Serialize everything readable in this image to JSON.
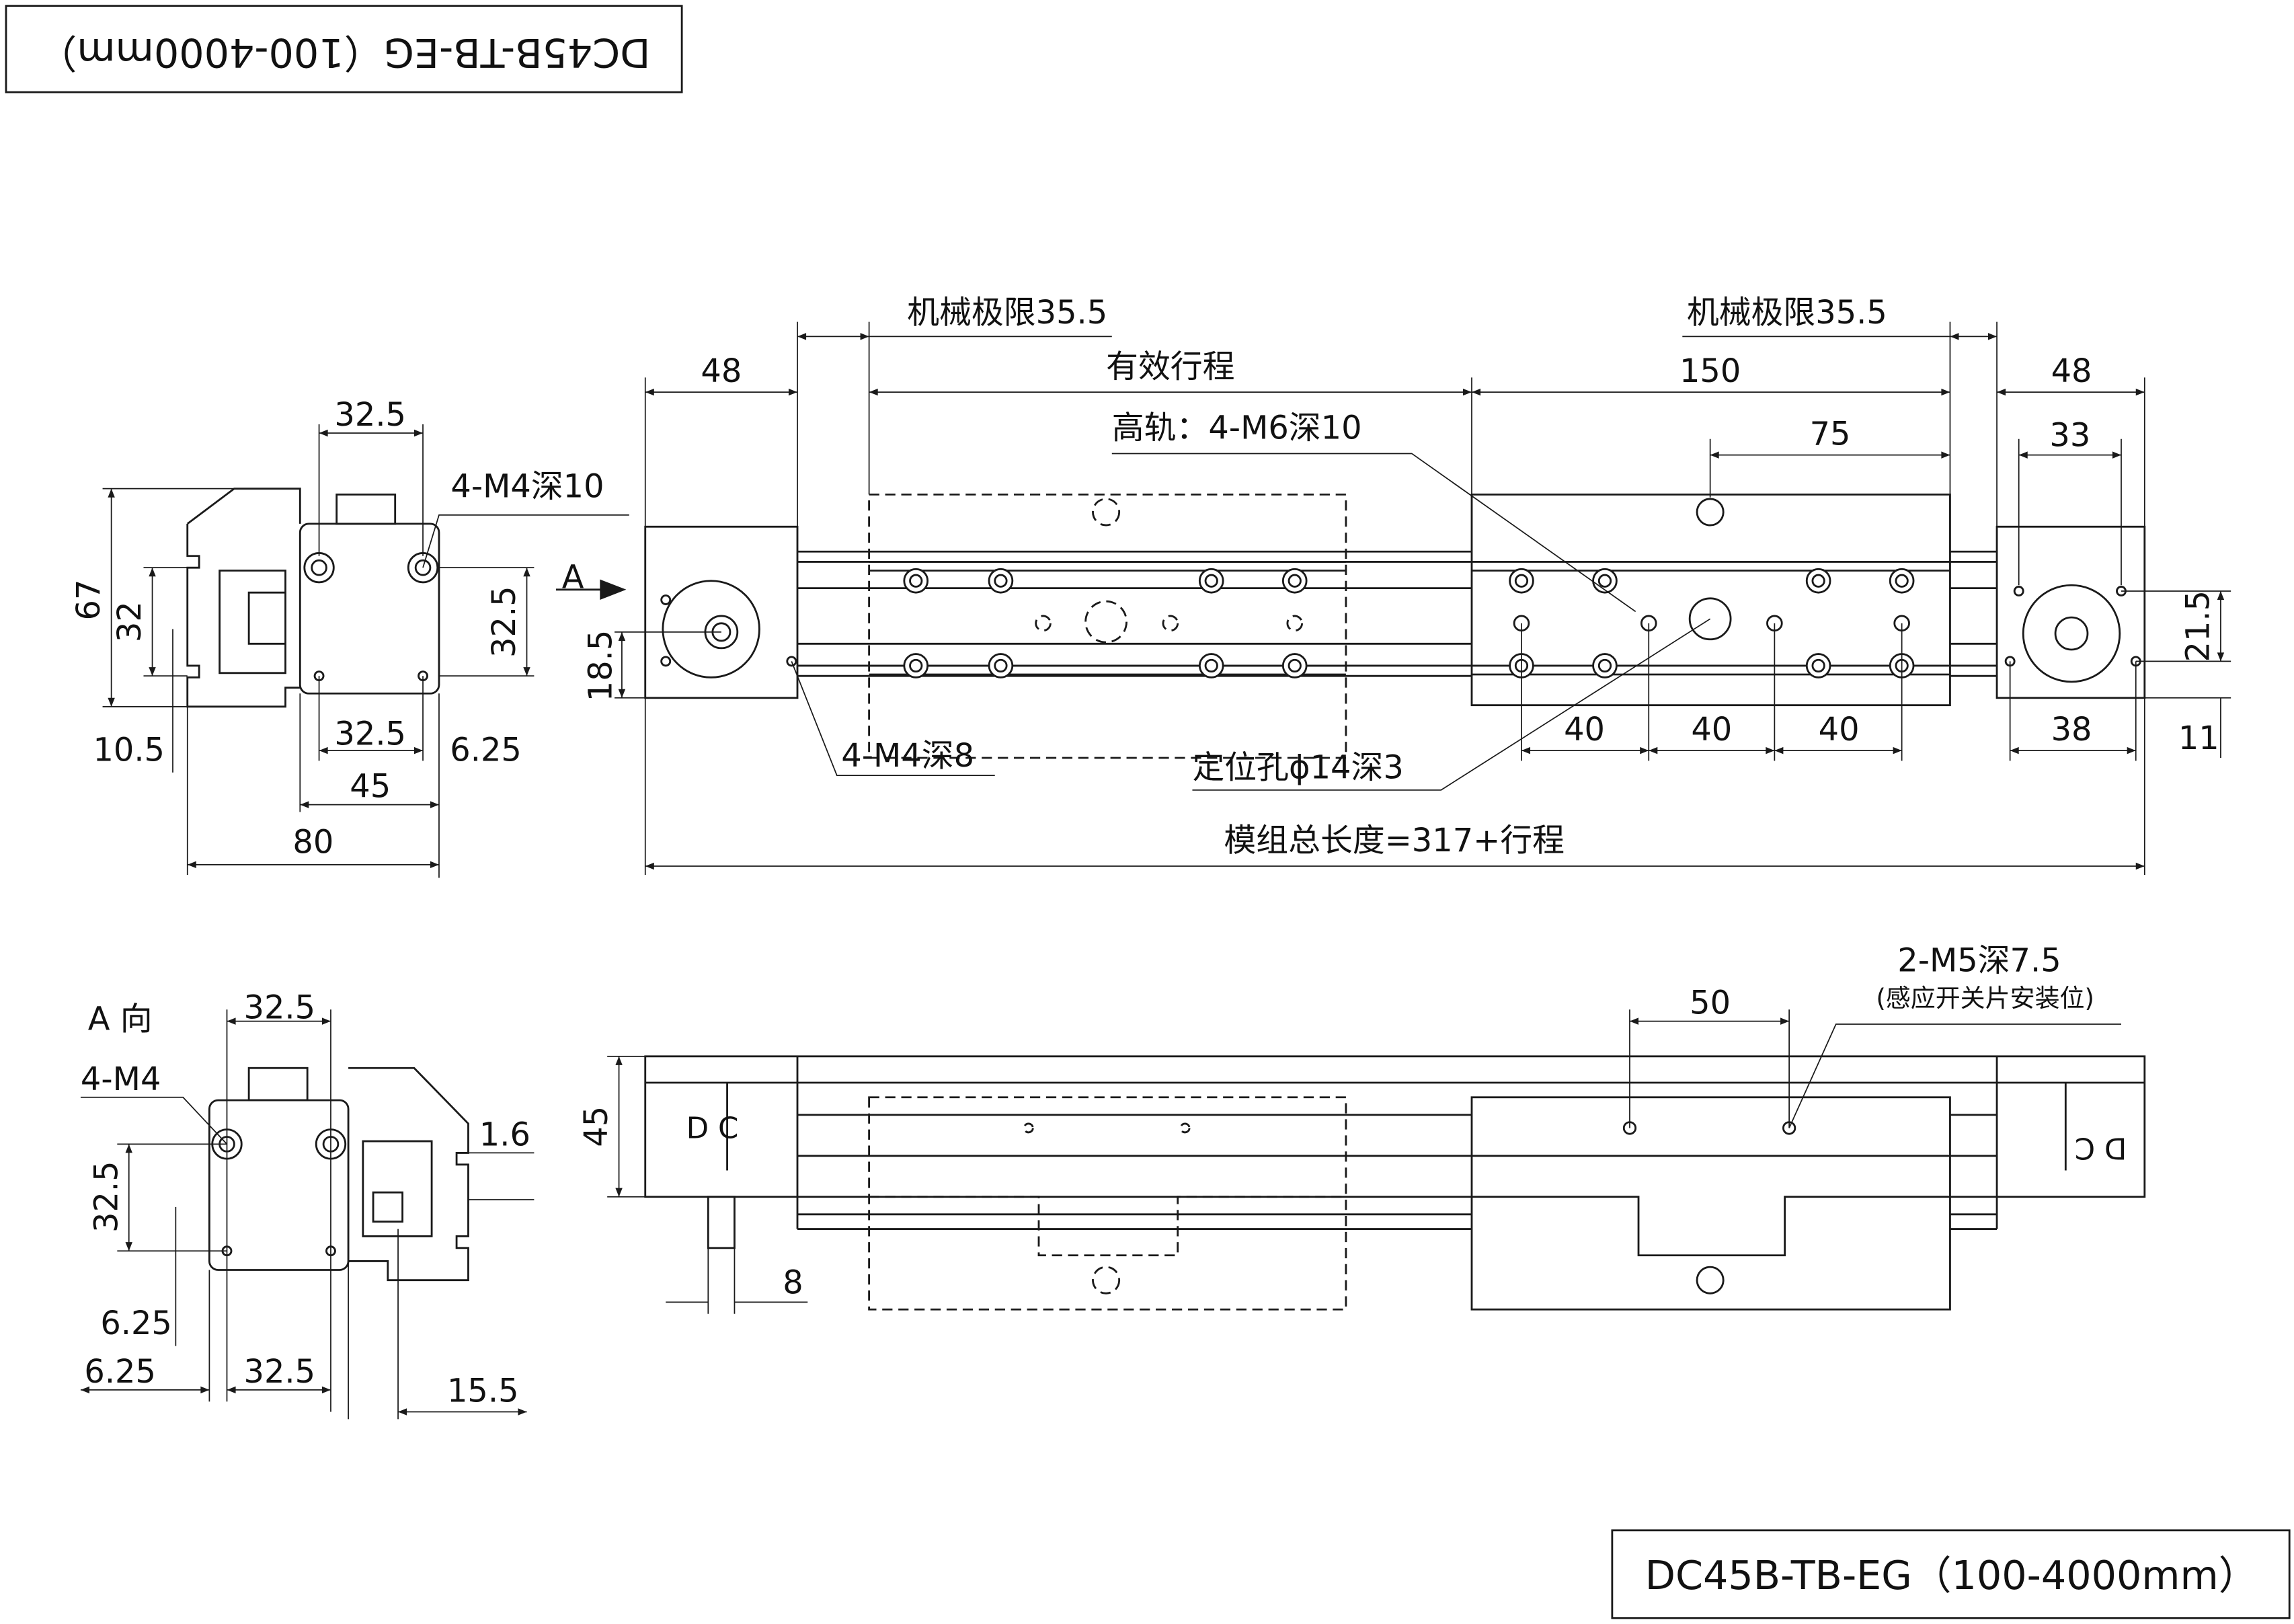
{
  "title_box": {
    "flipped_title": "DC45B-TB-EG（100-4000mm）",
    "title": "DC45B-TB-EG（100-4000mm）"
  },
  "side_view": {
    "d_top": "32.5",
    "hole_note": "4-M4深10",
    "d_height": "67",
    "d_32": "32",
    "d_325_right": "32.5",
    "d_105": "10.5",
    "d_325_bottom": "32.5",
    "d_625": "6.25",
    "d_45": "45",
    "d_80": "80"
  },
  "top_view": {
    "arrow_label": "A",
    "d_left48": "48",
    "mech_limit_left": "机械极限35.5",
    "effective_stroke": "有效行程",
    "mech_limit_right": "机械极限35.5",
    "d_150": "150",
    "d_right48": "48",
    "high_rail_note": "高轨：4-M6深10",
    "d_75": "75",
    "d_33": "33",
    "d_185": "18.5",
    "d_215": "21.5",
    "end_hole_note": "4-M4深8",
    "d_40a": "40",
    "d_40b": "40",
    "d_40c": "40",
    "d_38": "38",
    "d_11": "11",
    "locating_hole_note": "定位孔ϕ14深3",
    "total_length": "模组总长度=317+行程"
  },
  "a_view": {
    "label": "A 向",
    "d_top": "32.5",
    "hole_note": "4-M4",
    "d_16": "1.6",
    "d_325_left": "32.5",
    "d_625a": "6.25",
    "d_625b": "6.25",
    "d_325_bottom": "32.5",
    "d_155": "15.5"
  },
  "bottom_view": {
    "d_45": "45",
    "logo_left": "D C",
    "logo_right": "D C",
    "d_8": "8",
    "d_50": "50",
    "sensor_note": "2-M5深7.5",
    "sensor_sub": "(感应开关片安装位)"
  }
}
